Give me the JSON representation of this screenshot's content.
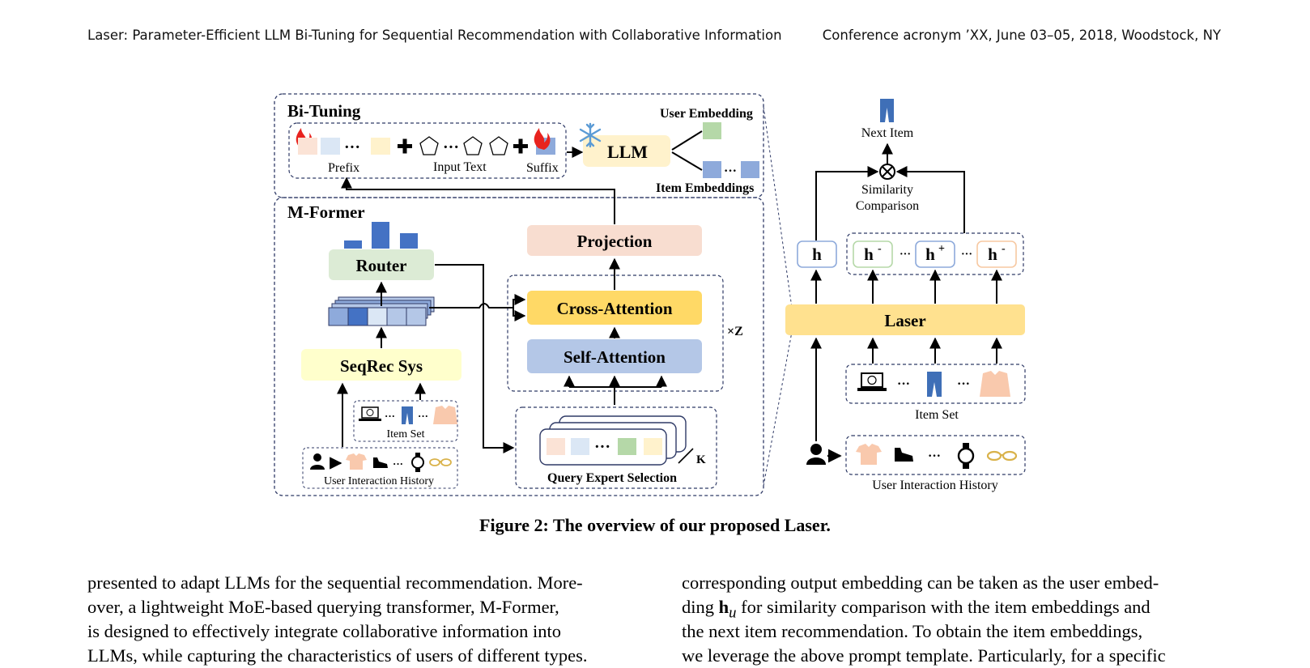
{
  "header": {
    "left": "Laser: Parameter-Efficient LLM Bi-Tuning for Sequential Recommendation with Collaborative Information",
    "right": "Conference acronym ’XX, June 03–05, 2018, Woodstock, NY"
  },
  "figure": {
    "bituning": {
      "title": "Bi-Tuning",
      "prefix": "Prefix",
      "input_text": "Input Text",
      "suffix": "Suffix",
      "llm": "LLM",
      "user_embedding": "User Embedding",
      "item_embeddings": "Item Embeddings",
      "ellipsis": "···"
    },
    "mformer": {
      "title": "M-Former",
      "router": "Router",
      "seqrec": "SeqRec Sys",
      "projection": "Projection",
      "cross_attention": "Cross-Attention",
      "self_attention": "Self-Attention",
      "repeat": "×Z",
      "query_expert_selection": "Query Expert Selection",
      "k": "K",
      "item_set": "Item Set",
      "user_history": "User Interaction History",
      "ellipsis": "···"
    },
    "right": {
      "next_item": "Next Item",
      "similarity_line1": "Similarity",
      "similarity_line2": "Comparison",
      "h": "h",
      "h_neg": "h",
      "h_pos": "h",
      "sup_neg": "-",
      "sup_pos": "+",
      "laser": "Laser",
      "item_set": "Item Set",
      "user_history": "User Interaction History",
      "ellipsis": "···"
    },
    "colors": {
      "dash": "#2f3a66",
      "pink": "#fbe3d6",
      "lightblue": "#dbe7f5",
      "cream": "#fff2cc",
      "green": "#b5d8a8",
      "blue": "#8eaadb",
      "router_green": "#dcebd5",
      "proj_pink": "#f8ddd0",
      "cross_yellow": "#ffd966",
      "self_blue": "#b4c7e7",
      "seq_yellow": "#ffffcc",
      "laser_yellow": "#ffe18f",
      "bar_blue": "#4472c4",
      "flame": "#e8231f",
      "snow": "#5b9bd5"
    }
  },
  "caption": "Figure 2: The overview of our proposed Laser.",
  "body": {
    "left": [
      "presented to adapt LLMs for the sequential recommendation. More-",
      "over, a lightweight MoE-based querying transformer, M-Former,",
      "is designed to effectively integrate collaborative information into",
      "LLMs, while capturing the characteristics of users of different types."
    ],
    "right_line1": "corresponding output embedding can be taken as the user embed-",
    "right_line2_pre": "ding ",
    "right_line2_bold": "h",
    "right_line2_sub": "u",
    "right_line2_post": " for similarity comparison with the item embeddings and",
    "right_line3": "the next item recommendation. To obtain the item embeddings,",
    "right_line4": "we leverage the above prompt template. Particularly, for a specific"
  }
}
